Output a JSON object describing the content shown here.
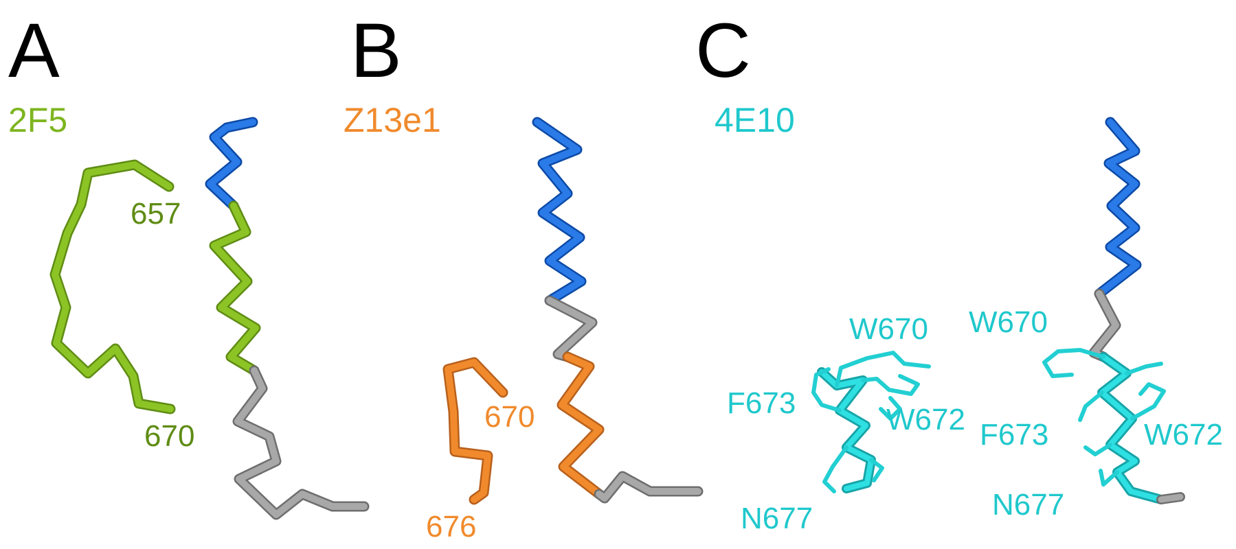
{
  "panels": [
    {
      "letter": "A",
      "antibody": "2F5",
      "antibody_color": "#7db51f",
      "residue_labels": [
        "657",
        "670"
      ],
      "label_color": "#5f8c14"
    },
    {
      "letter": "B",
      "antibody": "Z13e1",
      "antibody_color": "#f08a2c",
      "residue_labels": [
        "670",
        "676"
      ],
      "label_color": "#f08a2c"
    },
    {
      "letter": "C",
      "antibody": "4E10",
      "antibody_color": "#1fc8cc",
      "residue_labels_left": [
        "W670",
        "F673",
        "W672",
        "N677"
      ],
      "residue_labels_right": [
        "W670",
        "F673",
        "W672",
        "N677"
      ],
      "label_color": "#1fc8cc"
    }
  ],
  "colors": {
    "helix_blue": "#1464d2",
    "helix_gray": "#8c8c8c",
    "green": "#7db51f",
    "orange": "#e88028",
    "cyan": "#22cfd2"
  }
}
